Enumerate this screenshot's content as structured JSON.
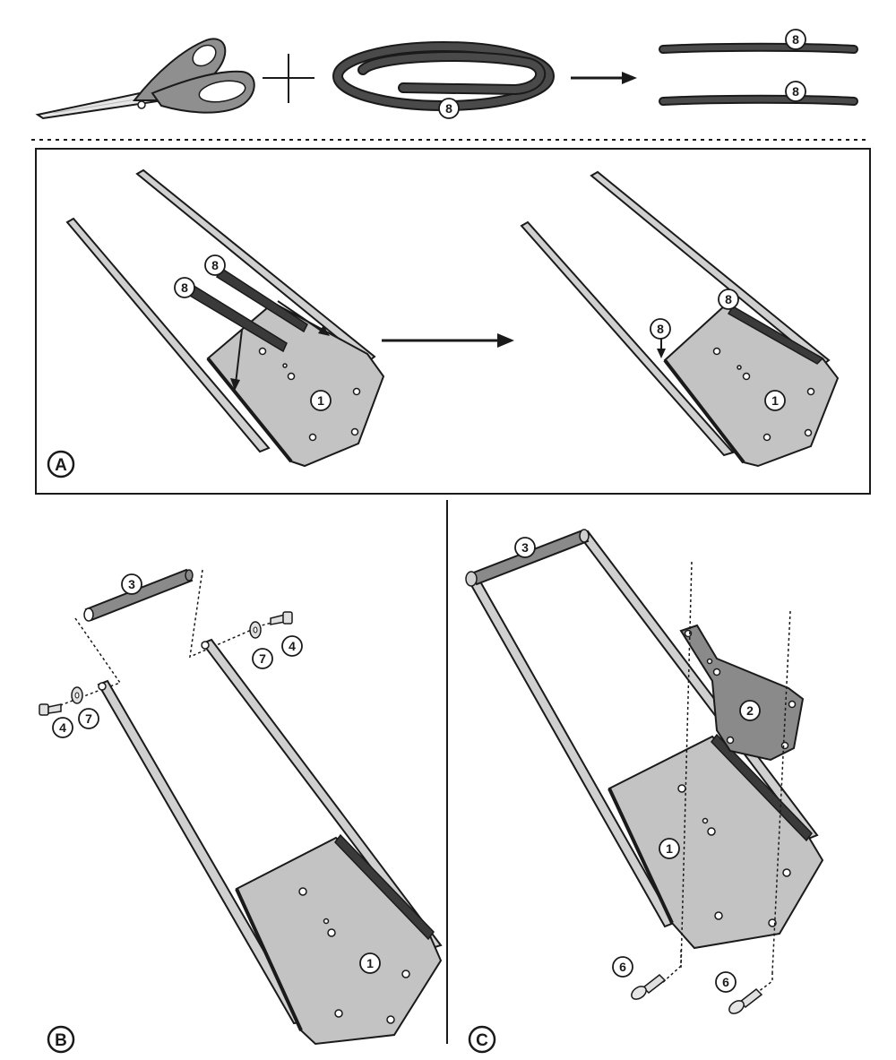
{
  "colors": {
    "ink": "#1a1a1a",
    "plate": "#c3c3c3",
    "plate_dark": "#9a9a9a",
    "strip": "#3a3a3a",
    "scissors_handle": "#8f8f8f",
    "blade": "#e6e6e6"
  },
  "icons": [
    "scissors-icon",
    "plus-sign",
    "arrow-right-icon"
  ],
  "steps": {
    "a": "A",
    "b": "B",
    "c": "C"
  },
  "parts": {
    "base_plate": "1",
    "mount_plate": "2",
    "tube": "3",
    "bolt": "4",
    "screw": "6",
    "washer": "7",
    "strip": "8"
  }
}
